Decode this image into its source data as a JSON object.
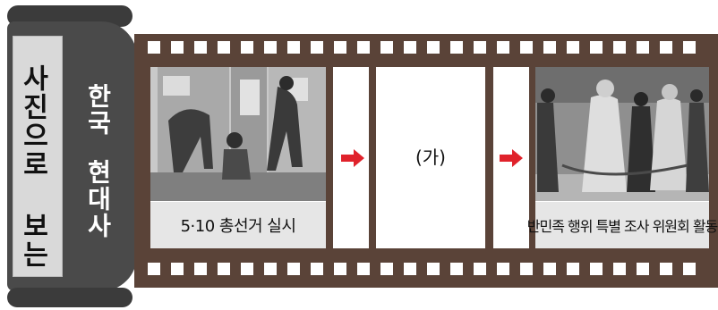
{
  "title_main": "사진으로 보는",
  "title_sub_1": "한국",
  "title_sub_2": "현대사",
  "frames": [
    {
      "caption": "5·10 총선거 실시"
    },
    {
      "label": "(가)"
    },
    {
      "caption": "반민족 행위 특별 조사 위원회 활동"
    }
  ],
  "colors": {
    "film_strip": "#5a4338",
    "roll": "#4a4a4a",
    "arrow": "#e0222b"
  },
  "icons": [
    "arrow-right-icon",
    "arrow-right-icon"
  ]
}
